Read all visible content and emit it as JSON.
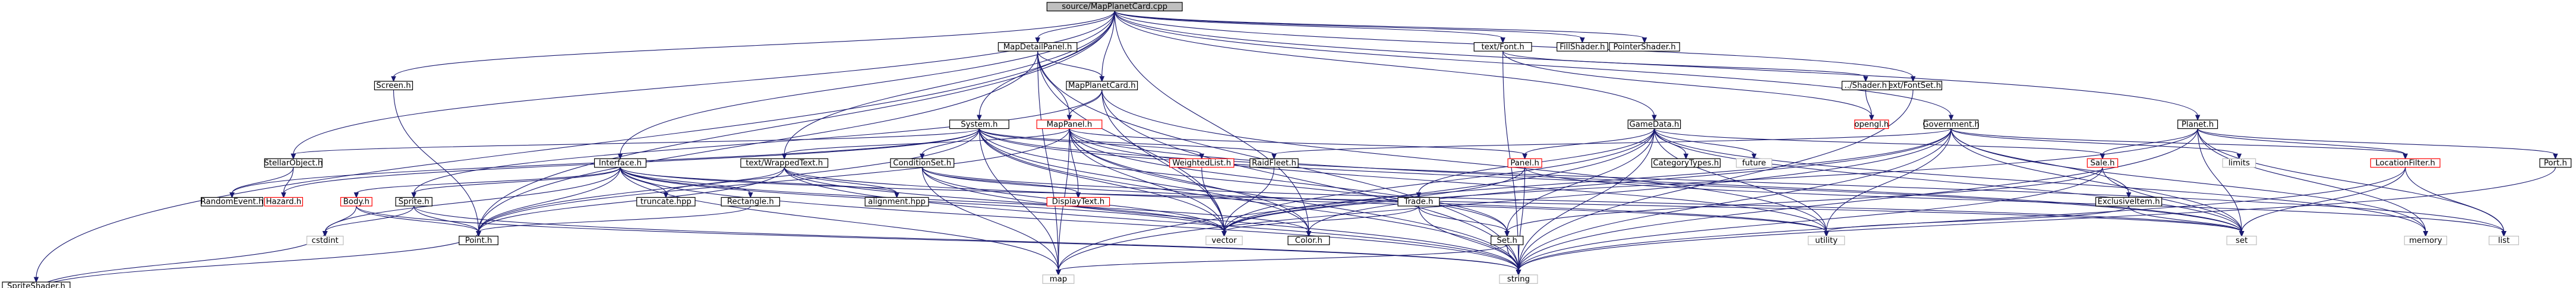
{
  "graph": {
    "title": "source/MapPlanetCard.cpp",
    "colors": {
      "root_fill": "#bfbfbf",
      "node_border": "#000000",
      "truncated_border": "#ff0000",
      "system_border": "#bfbfbf",
      "edge": "#191970"
    },
    "nodes": [
      {
        "id": "root",
        "label": "source/MapPlanetCard.cpp",
        "kind": "root"
      },
      {
        "id": "MapDetailPanel",
        "label": "MapDetailPanel.h",
        "kind": "local"
      },
      {
        "id": "MapPlanetCard",
        "label": "MapPlanetCard.h",
        "kind": "local"
      },
      {
        "id": "MapPanel",
        "label": "MapPanel.h",
        "kind": "truncated"
      },
      {
        "id": "System",
        "label": "System.h",
        "kind": "local"
      },
      {
        "id": "GameData",
        "label": "GameData.h",
        "kind": "local"
      },
      {
        "id": "Government",
        "label": "Government.h",
        "kind": "local"
      },
      {
        "id": "Planet",
        "label": "Planet.h",
        "kind": "local"
      },
      {
        "id": "textFont",
        "label": "text/Font.h",
        "kind": "local"
      },
      {
        "id": "FillShader",
        "label": "FillShader.h",
        "kind": "local"
      },
      {
        "id": "PointerShader",
        "label": "PointerShader.h",
        "kind": "local"
      },
      {
        "id": "FontSet",
        "label": "text/FontSet.h",
        "kind": "local"
      },
      {
        "id": "Shader",
        "label": "../Shader.h",
        "kind": "local"
      },
      {
        "id": "opengl",
        "label": "opengl.h",
        "kind": "truncated"
      },
      {
        "id": "Screen",
        "label": "Screen.h",
        "kind": "local"
      },
      {
        "id": "SpriteShader",
        "label": "SpriteShader.h",
        "kind": "local"
      },
      {
        "id": "StellarObject",
        "label": "StellarObject.h",
        "kind": "local"
      },
      {
        "id": "Hazard",
        "label": "Hazard.h",
        "kind": "truncated"
      },
      {
        "id": "RandomEvent",
        "label": "RandomEvent.h",
        "kind": "local"
      },
      {
        "id": "Interface",
        "label": "Interface.h",
        "kind": "local"
      },
      {
        "id": "Body",
        "label": "Body.h",
        "kind": "truncated"
      },
      {
        "id": "Sprite",
        "label": "Sprite.h",
        "kind": "local"
      },
      {
        "id": "WrappedText",
        "label": "text/WrappedText.h",
        "kind": "local"
      },
      {
        "id": "truncate",
        "label": "truncate.hpp",
        "kind": "local"
      },
      {
        "id": "alignment",
        "label": "alignment.hpp",
        "kind": "local"
      },
      {
        "id": "Rectangle",
        "label": "Rectangle.h",
        "kind": "local"
      },
      {
        "id": "ConditionSet",
        "label": "ConditionSet.h",
        "kind": "local"
      },
      {
        "id": "DisplayText",
        "label": "DisplayText.h",
        "kind": "truncated"
      },
      {
        "id": "WeightedList",
        "label": "WeightedList.h",
        "kind": "truncated"
      },
      {
        "id": "RaidFleet",
        "label": "RaidFleet.h",
        "kind": "local"
      },
      {
        "id": "Trade",
        "label": "Trade.h",
        "kind": "local"
      },
      {
        "id": "Panel",
        "label": "Panel.h",
        "kind": "truncated"
      },
      {
        "id": "CategoryTypes",
        "label": "CategoryTypes.h",
        "kind": "local"
      },
      {
        "id": "future",
        "label": "future",
        "kind": "system"
      },
      {
        "id": "Sale",
        "label": "Sale.h",
        "kind": "truncated"
      },
      {
        "id": "ExclusiveItem",
        "label": "ExclusiveItem.h",
        "kind": "local"
      },
      {
        "id": "limits",
        "label": "limits",
        "kind": "system"
      },
      {
        "id": "LocationFilter",
        "label": "LocationFilter.h",
        "kind": "truncated"
      },
      {
        "id": "Port",
        "label": "Port.h",
        "kind": "local"
      },
      {
        "id": "Set",
        "label": "Set.h",
        "kind": "local"
      },
      {
        "id": "Color",
        "label": "Color.h",
        "kind": "local"
      },
      {
        "id": "Point",
        "label": "Point.h",
        "kind": "local"
      },
      {
        "id": "cstdint",
        "label": "cstdint",
        "kind": "system"
      },
      {
        "id": "vector",
        "label": "vector",
        "kind": "system"
      },
      {
        "id": "utility",
        "label": "utility",
        "kind": "system"
      },
      {
        "id": "set",
        "label": "set",
        "kind": "system"
      },
      {
        "id": "memory",
        "label": "memory",
        "kind": "system"
      },
      {
        "id": "list",
        "label": "list",
        "kind": "system"
      },
      {
        "id": "map",
        "label": "map",
        "kind": "system"
      },
      {
        "id": "string",
        "label": "string",
        "kind": "system"
      }
    ],
    "edges": [
      [
        "root",
        "MapDetailPanel"
      ],
      [
        "root",
        "MapPlanetCard"
      ],
      [
        "root",
        "System"
      ],
      [
        "root",
        "GameData"
      ],
      [
        "root",
        "Government"
      ],
      [
        "root",
        "Planet"
      ],
      [
        "root",
        "textFont"
      ],
      [
        "root",
        "FillShader"
      ],
      [
        "root",
        "PointerShader"
      ],
      [
        "root",
        "FontSet"
      ],
      [
        "root",
        "Screen"
      ],
      [
        "root",
        "SpriteShader"
      ],
      [
        "root",
        "StellarObject"
      ],
      [
        "root",
        "Interface"
      ],
      [
        "root",
        "WrappedText"
      ],
      [
        "root",
        "Color"
      ],
      [
        "root",
        "Point"
      ],
      [
        "MapDetailPanel",
        "MapPlanetCard"
      ],
      [
        "MapDetailPanel",
        "MapPanel"
      ],
      [
        "MapDetailPanel",
        "Point"
      ],
      [
        "MapDetailPanel",
        "map"
      ],
      [
        "MapDetailPanel",
        "vector"
      ],
      [
        "MapDetailPanel",
        "string"
      ],
      [
        "MapPlanetCard",
        "MapPanel"
      ],
      [
        "MapPlanetCard",
        "Sprite"
      ],
      [
        "MapPlanetCard",
        "vector"
      ],
      [
        "MapPlanetCard",
        "string"
      ],
      [
        "MapPlanetCard",
        "utility"
      ],
      [
        "MapPanel",
        "Panel"
      ],
      [
        "MapPanel",
        "Color"
      ],
      [
        "MapPanel",
        "DisplayText"
      ],
      [
        "MapPanel",
        "Point"
      ],
      [
        "MapPanel",
        "Set"
      ],
      [
        "MapPanel",
        "map"
      ],
      [
        "MapPanel",
        "set"
      ],
      [
        "MapPanel",
        "string"
      ],
      [
        "MapPanel",
        "utility"
      ],
      [
        "MapPanel",
        "vector"
      ],
      [
        "MapPanel",
        "WrappedText"
      ],
      [
        "System",
        "StellarObject"
      ],
      [
        "System",
        "RandomEvent"
      ],
      [
        "System",
        "Point"
      ],
      [
        "System",
        "Set"
      ],
      [
        "System",
        "WeightedList"
      ],
      [
        "System",
        "RaidFleet"
      ],
      [
        "System",
        "ConditionSet"
      ],
      [
        "System",
        "Color"
      ],
      [
        "System",
        "list"
      ],
      [
        "System",
        "map"
      ],
      [
        "System",
        "set"
      ],
      [
        "System",
        "string"
      ],
      [
        "System",
        "vector"
      ],
      [
        "System",
        "Hazard"
      ],
      [
        "GameData",
        "CategoryTypes"
      ],
      [
        "GameData",
        "Sale"
      ],
      [
        "GameData",
        "Set"
      ],
      [
        "GameData",
        "Trade"
      ],
      [
        "GameData",
        "future"
      ],
      [
        "GameData",
        "map"
      ],
      [
        "GameData",
        "memory"
      ],
      [
        "GameData",
        "set"
      ],
      [
        "GameData",
        "string"
      ],
      [
        "GameData",
        "utility"
      ],
      [
        "GameData",
        "vector"
      ],
      [
        "GameData",
        "Panel"
      ],
      [
        "Government",
        "Color"
      ],
      [
        "Government",
        "ExclusiveItem"
      ],
      [
        "Government",
        "LocationFilter"
      ],
      [
        "Government",
        "RaidFleet"
      ],
      [
        "Government",
        "limits"
      ],
      [
        "Government",
        "map"
      ],
      [
        "Government",
        "set"
      ],
      [
        "Government",
        "string"
      ],
      [
        "Government",
        "vector"
      ],
      [
        "Government",
        "utility"
      ],
      [
        "Government",
        "memory"
      ],
      [
        "Planet",
        "Port"
      ],
      [
        "Planet",
        "Sale"
      ],
      [
        "Planet",
        "LocationFilter"
      ],
      [
        "Planet",
        "list"
      ],
      [
        "Planet",
        "memory"
      ],
      [
        "Planet",
        "set"
      ],
      [
        "Planet",
        "string"
      ],
      [
        "Planet",
        "vector"
      ],
      [
        "textFont",
        "Shader"
      ],
      [
        "textFont",
        "opengl"
      ],
      [
        "textFont",
        "string"
      ],
      [
        "Shader",
        "opengl"
      ],
      [
        "FontSet",
        "string"
      ],
      [
        "Screen",
        "Point"
      ],
      [
        "SpriteShader",
        "Point"
      ],
      [
        "SpriteShader",
        "cstdint"
      ],
      [
        "StellarObject",
        "Hazard"
      ],
      [
        "StellarObject",
        "RandomEvent"
      ],
      [
        "Interface",
        "Body"
      ],
      [
        "Interface",
        "Sprite"
      ],
      [
        "Interface",
        "Rectangle"
      ],
      [
        "Interface",
        "truncate"
      ],
      [
        "Interface",
        "alignment"
      ],
      [
        "Interface",
        "Color"
      ],
      [
        "Interface",
        "Point"
      ],
      [
        "Interface",
        "map"
      ],
      [
        "Interface",
        "string"
      ],
      [
        "Interface",
        "vector"
      ],
      [
        "Interface",
        "cstdint"
      ],
      [
        "Interface",
        "set"
      ],
      [
        "Body",
        "Point"
      ],
      [
        "Body",
        "cstdint"
      ],
      [
        "Body",
        "string"
      ],
      [
        "Sprite",
        "Point"
      ],
      [
        "Sprite",
        "cstdint"
      ],
      [
        "Sprite",
        "string"
      ],
      [
        "WrappedText",
        "truncate"
      ],
      [
        "WrappedText",
        "alignment"
      ],
      [
        "WrappedText",
        "Point"
      ],
      [
        "WrappedText",
        "string"
      ],
      [
        "WrappedText",
        "vector"
      ],
      [
        "WrappedText",
        "utility"
      ],
      [
        "Rectangle",
        "Point"
      ],
      [
        "ConditionSet",
        "DisplayText"
      ],
      [
        "ConditionSet",
        "map"
      ],
      [
        "ConditionSet",
        "set"
      ],
      [
        "ConditionSet",
        "string"
      ],
      [
        "ConditionSet",
        "utility"
      ],
      [
        "ConditionSet",
        "vector"
      ],
      [
        "WeightedList",
        "vector"
      ],
      [
        "RaidFleet",
        "vector"
      ],
      [
        "Trade",
        "Set"
      ],
      [
        "Trade",
        "string"
      ],
      [
        "Trade",
        "vector"
      ],
      [
        "Panel",
        "string"
      ],
      [
        "Panel",
        "list"
      ],
      [
        "Panel",
        "vector"
      ],
      [
        "Sale",
        "set"
      ],
      [
        "Sale",
        "Set"
      ],
      [
        "Sale",
        "string"
      ],
      [
        "ExclusiveItem",
        "utility"
      ],
      [
        "ExclusiveItem",
        "set"
      ],
      [
        "LocationFilter",
        "list"
      ],
      [
        "LocationFilter",
        "set"
      ],
      [
        "LocationFilter",
        "string"
      ],
      [
        "Port",
        "string"
      ],
      [
        "Set",
        "map"
      ],
      [
        "Set",
        "string"
      ]
    ]
  }
}
